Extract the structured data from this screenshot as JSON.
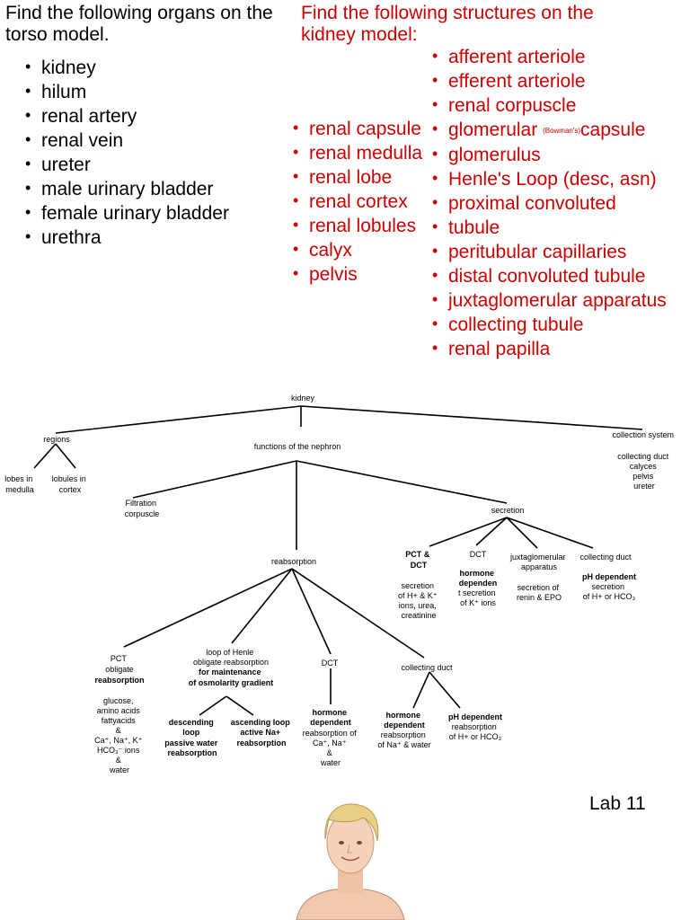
{
  "torso": {
    "heading": [
      "Find the following organs on the",
      "torso model."
    ],
    "items": [
      "kidney",
      "hilum",
      "renal artery",
      "renal vein",
      "ureter",
      "male urinary bladder",
      "female urinary bladder",
      "urethra"
    ]
  },
  "kidney_model": {
    "heading": [
      "Find the following structures on the",
      "kidney model:"
    ],
    "left_items": [
      "renal capsule",
      "renal medulla",
      "renal lobe",
      "renal cortex",
      "renal lobules",
      "calyx",
      "pelvis"
    ],
    "right_items": [
      "afferent arteriole",
      "efferent arteriole",
      "renal corpuscle",
      "glomerular",
      "(Bowman's)",
      "capsule",
      "glomerulus",
      "Henle's Loop (desc, asn)",
      "proximal convoluted",
      "tubule",
      "peritubular capillaries",
      "distal convoluted tubule",
      "juxtaglomerular apparatus",
      "collecting tubule",
      "renal papilla"
    ]
  },
  "tree": {
    "kidney": "kidney",
    "regions": "regions",
    "lobes_in_medulla": [
      "lobes in",
      "medulla"
    ],
    "lobules_in_cortex": [
      "lobules in",
      "cortex"
    ],
    "functions": "functions of the nephron",
    "collection_system": [
      "collection system",
      "",
      "collecting duct",
      "calyces",
      "pelvis",
      "ureter"
    ],
    "filtration": [
      "Filtration",
      "corpuscle"
    ],
    "secretion": "secretion",
    "reabsorption": "reabsorption",
    "sec_pct": [
      "PCT &",
      "DCT"
    ],
    "sec_pct_text": [
      "secretion",
      "of H+ & K⁺",
      "ions, urea,",
      "creatinine"
    ],
    "sec_dct": "DCT",
    "sec_dct_bold": [
      "hormone",
      "dependen"
    ],
    "sec_dct_text": [
      "t secretion",
      "of K⁺ ions"
    ],
    "sec_jga": [
      "juxtaglomerular",
      "apparatus"
    ],
    "sec_jga_text": [
      "secretion of",
      "renin & EPO"
    ],
    "sec_cd": "collecting duct",
    "sec_cd_bold": "pH dependent",
    "sec_cd_text": [
      "secretion",
      "of H+ or HCO₃"
    ],
    "re_pct": [
      "PCT",
      "obligate"
    ],
    "re_pct_bold": "reabsorption",
    "re_pct_text": [
      "glucose,",
      "amino acids",
      "fattyacids",
      "&",
      "Ca⁺, Na⁺, K⁺",
      "HCO₃⁻ ions",
      "&",
      "water"
    ],
    "re_loop": [
      "loop of Henle",
      "obligate reabsorption"
    ],
    "re_loop_bold": [
      "for maintenance",
      "of osmolarity gradient"
    ],
    "desc": [
      "descending",
      "loop",
      "passive water",
      "reabsorption"
    ],
    "asc": [
      "ascending loop",
      "active Na+",
      "reabsorption"
    ],
    "re_dct": "DCT",
    "re_dct_bold": [
      "hormone",
      "dependent"
    ],
    "re_dct_text": [
      "reabsorption of",
      "Ca⁺, Na⁺",
      "&",
      "water"
    ],
    "re_cd": "collecting duct",
    "cd_h_bold": [
      "hormone",
      "dependent"
    ],
    "cd_h_text": [
      "reabsorption",
      "of Na⁺ & water"
    ],
    "cd_ph_bold": "pH dependent",
    "cd_ph_text": [
      "reabsorption",
      "of H+ or HCO₃"
    ]
  },
  "lab_label": "Lab 11"
}
